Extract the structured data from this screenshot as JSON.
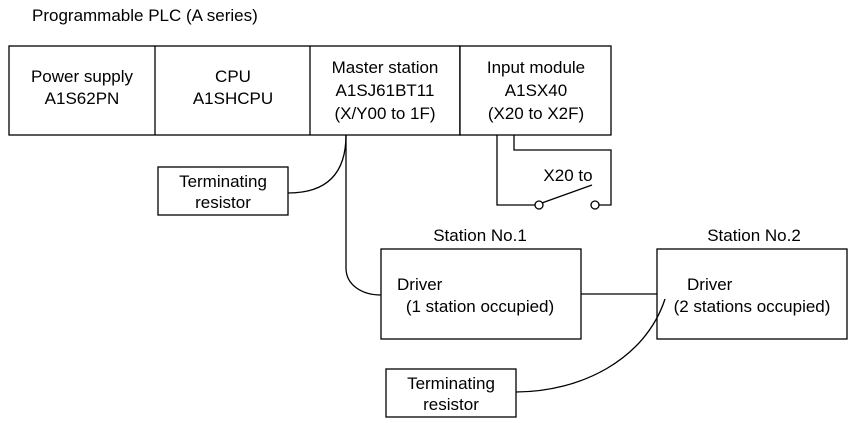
{
  "title": "Programmable PLC (A series)",
  "plc_modules": [
    {
      "lines": [
        "Power supply",
        "A1S62PN"
      ]
    },
    {
      "lines": [
        "CPU",
        "A1SHCPU"
      ]
    },
    {
      "lines": [
        "Master station",
        "A1SJ61BT11",
        "(X/Y00 to 1F)"
      ]
    },
    {
      "lines": [
        "Input module",
        "A1SX40",
        "(X20 to X2F)"
      ]
    }
  ],
  "switch_label": "X20 to",
  "terminating_resistor_top": [
    "Terminating",
    "resistor"
  ],
  "terminating_resistor_bottom": [
    "Terminating",
    "resistor"
  ],
  "stations": [
    {
      "label": "Station No.1",
      "lines": [
        "Driver",
        "(1 station occupied)"
      ]
    },
    {
      "label": "Station No.2",
      "lines": [
        "Driver",
        "(2 stations occupied)"
      ]
    }
  ]
}
